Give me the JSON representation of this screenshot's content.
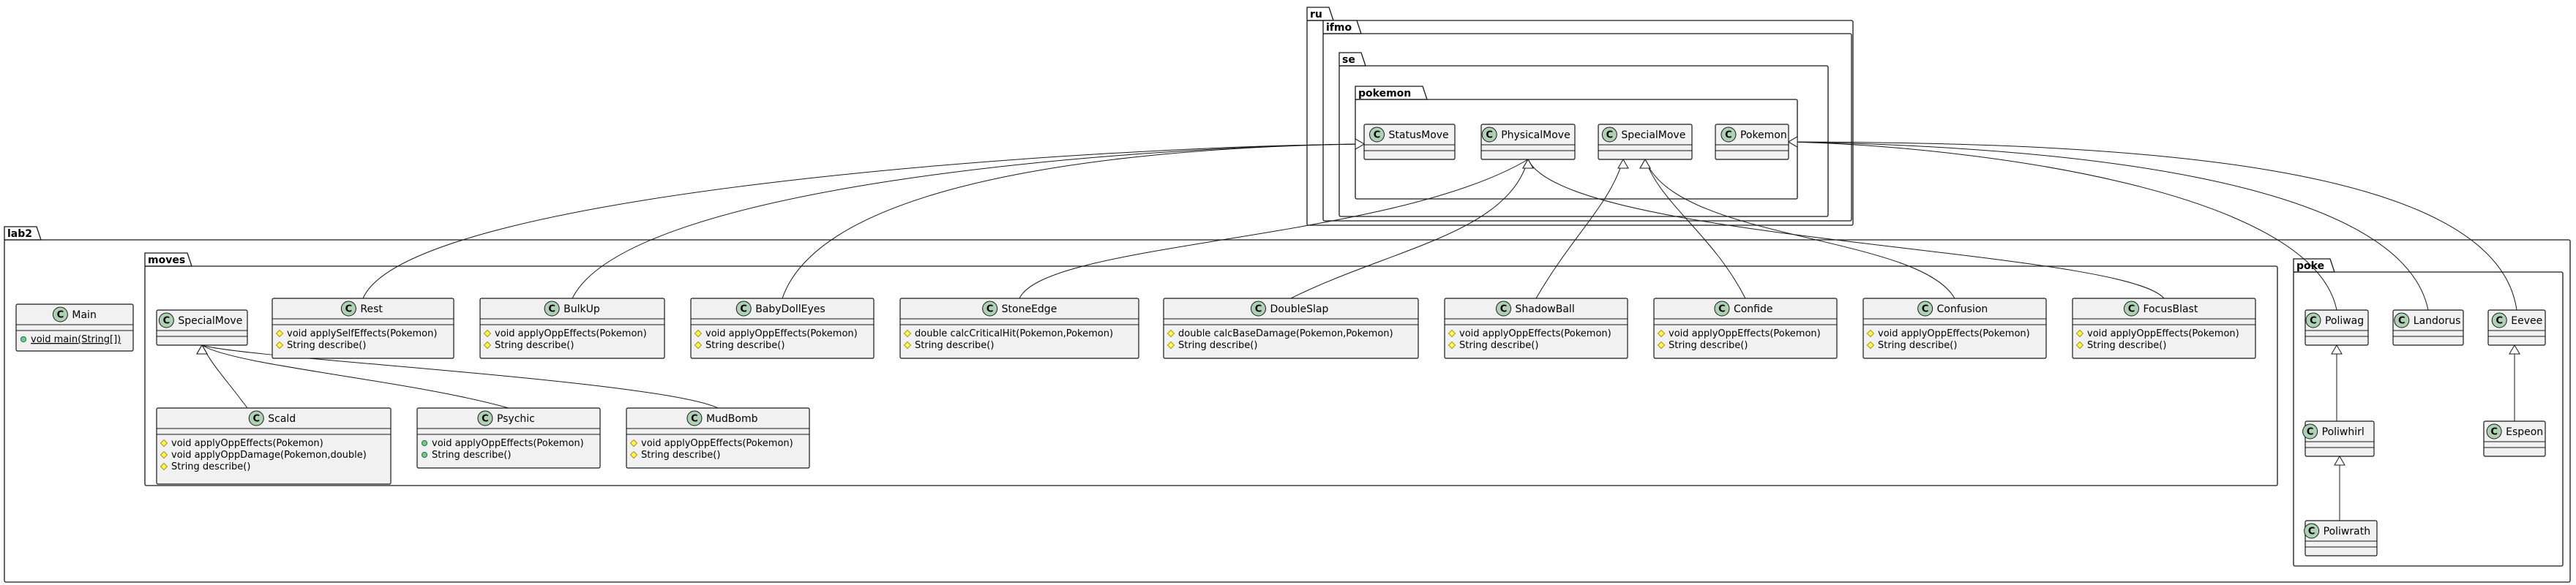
{
  "packages": {
    "ru": "ru",
    "ifmo": "ifmo",
    "se": "se",
    "pokemon": "pokemon",
    "lab2": "lab2",
    "moves": "moves",
    "poke": "poke"
  },
  "classes": {
    "StatusMove": {
      "name": "StatusMove",
      "members": []
    },
    "PhysicalMove": {
      "name": "PhysicalMove",
      "members": []
    },
    "SpecialMove": {
      "name": "SpecialMove",
      "members": []
    },
    "Pokemon": {
      "name": "Pokemon",
      "members": []
    },
    "Main": {
      "name": "Main",
      "members": [
        {
          "vis": "+",
          "text": "void main(String[])",
          "static": true
        }
      ]
    },
    "MovesSpecialMove": {
      "name": "SpecialMove",
      "members": []
    },
    "Rest": {
      "name": "Rest",
      "members": [
        {
          "vis": "#",
          "text": "void applySelfEffects(Pokemon)"
        },
        {
          "vis": "#",
          "text": "String describe()"
        }
      ]
    },
    "BulkUp": {
      "name": "BulkUp",
      "members": [
        {
          "vis": "#",
          "text": "void applyOppEffects(Pokemon)"
        },
        {
          "vis": "#",
          "text": "String describe()"
        }
      ]
    },
    "BabyDollEyes": {
      "name": "BabyDollEyes",
      "members": [
        {
          "vis": "#",
          "text": "void applyOppEffects(Pokemon)"
        },
        {
          "vis": "#",
          "text": "String describe()"
        }
      ]
    },
    "StoneEdge": {
      "name": "StoneEdge",
      "members": [
        {
          "vis": "#",
          "text": "double calcCriticalHit(Pokemon,Pokemon)"
        },
        {
          "vis": "#",
          "text": "String describe()"
        }
      ]
    },
    "DoubleSlap": {
      "name": "DoubleSlap",
      "members": [
        {
          "vis": "#",
          "text": "double calcBaseDamage(Pokemon,Pokemon)"
        },
        {
          "vis": "#",
          "text": "String describe()"
        }
      ]
    },
    "ShadowBall": {
      "name": "ShadowBall",
      "members": [
        {
          "vis": "#",
          "text": "void applyOppEffects(Pokemon)"
        },
        {
          "vis": "#",
          "text": "String describe()"
        }
      ]
    },
    "Confide": {
      "name": "Confide",
      "members": [
        {
          "vis": "#",
          "text": "void applyOppEffects(Pokemon)"
        },
        {
          "vis": "#",
          "text": "String describe()"
        }
      ]
    },
    "Confusion": {
      "name": "Confusion",
      "members": [
        {
          "vis": "#",
          "text": "void applyOppEffects(Pokemon)"
        },
        {
          "vis": "#",
          "text": "String describe()"
        }
      ]
    },
    "FocusBlast": {
      "name": "FocusBlast",
      "members": [
        {
          "vis": "#",
          "text": "void applyOppEffects(Pokemon)"
        },
        {
          "vis": "#",
          "text": "String describe()"
        }
      ]
    },
    "Scald": {
      "name": "Scald",
      "members": [
        {
          "vis": "#",
          "text": "void applyOppEffects(Pokemon)"
        },
        {
          "vis": "#",
          "text": "void applyOppDamage(Pokemon,double)"
        },
        {
          "vis": "#",
          "text": "String describe()"
        }
      ]
    },
    "Psychic": {
      "name": "Psychic",
      "members": [
        {
          "vis": "+",
          "text": "void applyOppEffects(Pokemon)"
        },
        {
          "vis": "+",
          "text": "String describe()"
        }
      ]
    },
    "MudBomb": {
      "name": "MudBomb",
      "members": [
        {
          "vis": "#",
          "text": "void applyOppEffects(Pokemon)"
        },
        {
          "vis": "#",
          "text": "String describe()"
        }
      ]
    },
    "Poliwag": {
      "name": "Poliwag",
      "members": []
    },
    "Landorus": {
      "name": "Landorus",
      "members": []
    },
    "Eevee": {
      "name": "Eevee",
      "members": []
    },
    "Poliwhirl": {
      "name": "Poliwhirl",
      "members": []
    },
    "Espeon": {
      "name": "Espeon",
      "members": []
    },
    "Poliwrath": {
      "name": "Poliwrath",
      "members": []
    }
  },
  "relations": [
    {
      "from": "Rest",
      "to": "StatusMove"
    },
    {
      "from": "BulkUp",
      "to": "StatusMove"
    },
    {
      "from": "BabyDollEyes",
      "to": "StatusMove"
    },
    {
      "from": "StoneEdge",
      "to": "PhysicalMove"
    },
    {
      "from": "DoubleSlap",
      "to": "PhysicalMove"
    },
    {
      "from": "ShadowBall",
      "to": "SpecialMove"
    },
    {
      "from": "Confide",
      "to": "SpecialMove"
    },
    {
      "from": "Confusion",
      "to": "SpecialMove"
    },
    {
      "from": "FocusBlast",
      "to": "PhysicalMove"
    },
    {
      "from": "Poliwag",
      "to": "Pokemon"
    },
    {
      "from": "Landorus",
      "to": "Pokemon"
    },
    {
      "from": "Eevee",
      "to": "Pokemon"
    },
    {
      "from": "Scald",
      "to": "MovesSpecialMove"
    },
    {
      "from": "Psychic",
      "to": "MovesSpecialMove"
    },
    {
      "from": "MudBomb",
      "to": "MovesSpecialMove"
    },
    {
      "from": "Poliwhirl",
      "to": "Poliwag"
    },
    {
      "from": "Poliwrath",
      "to": "Poliwhirl"
    },
    {
      "from": "Espeon",
      "to": "Eevee"
    }
  ],
  "colors": {
    "class_fill": "#f1f1f1",
    "stereotype_circle": "#add1b2",
    "line": "#181818"
  }
}
